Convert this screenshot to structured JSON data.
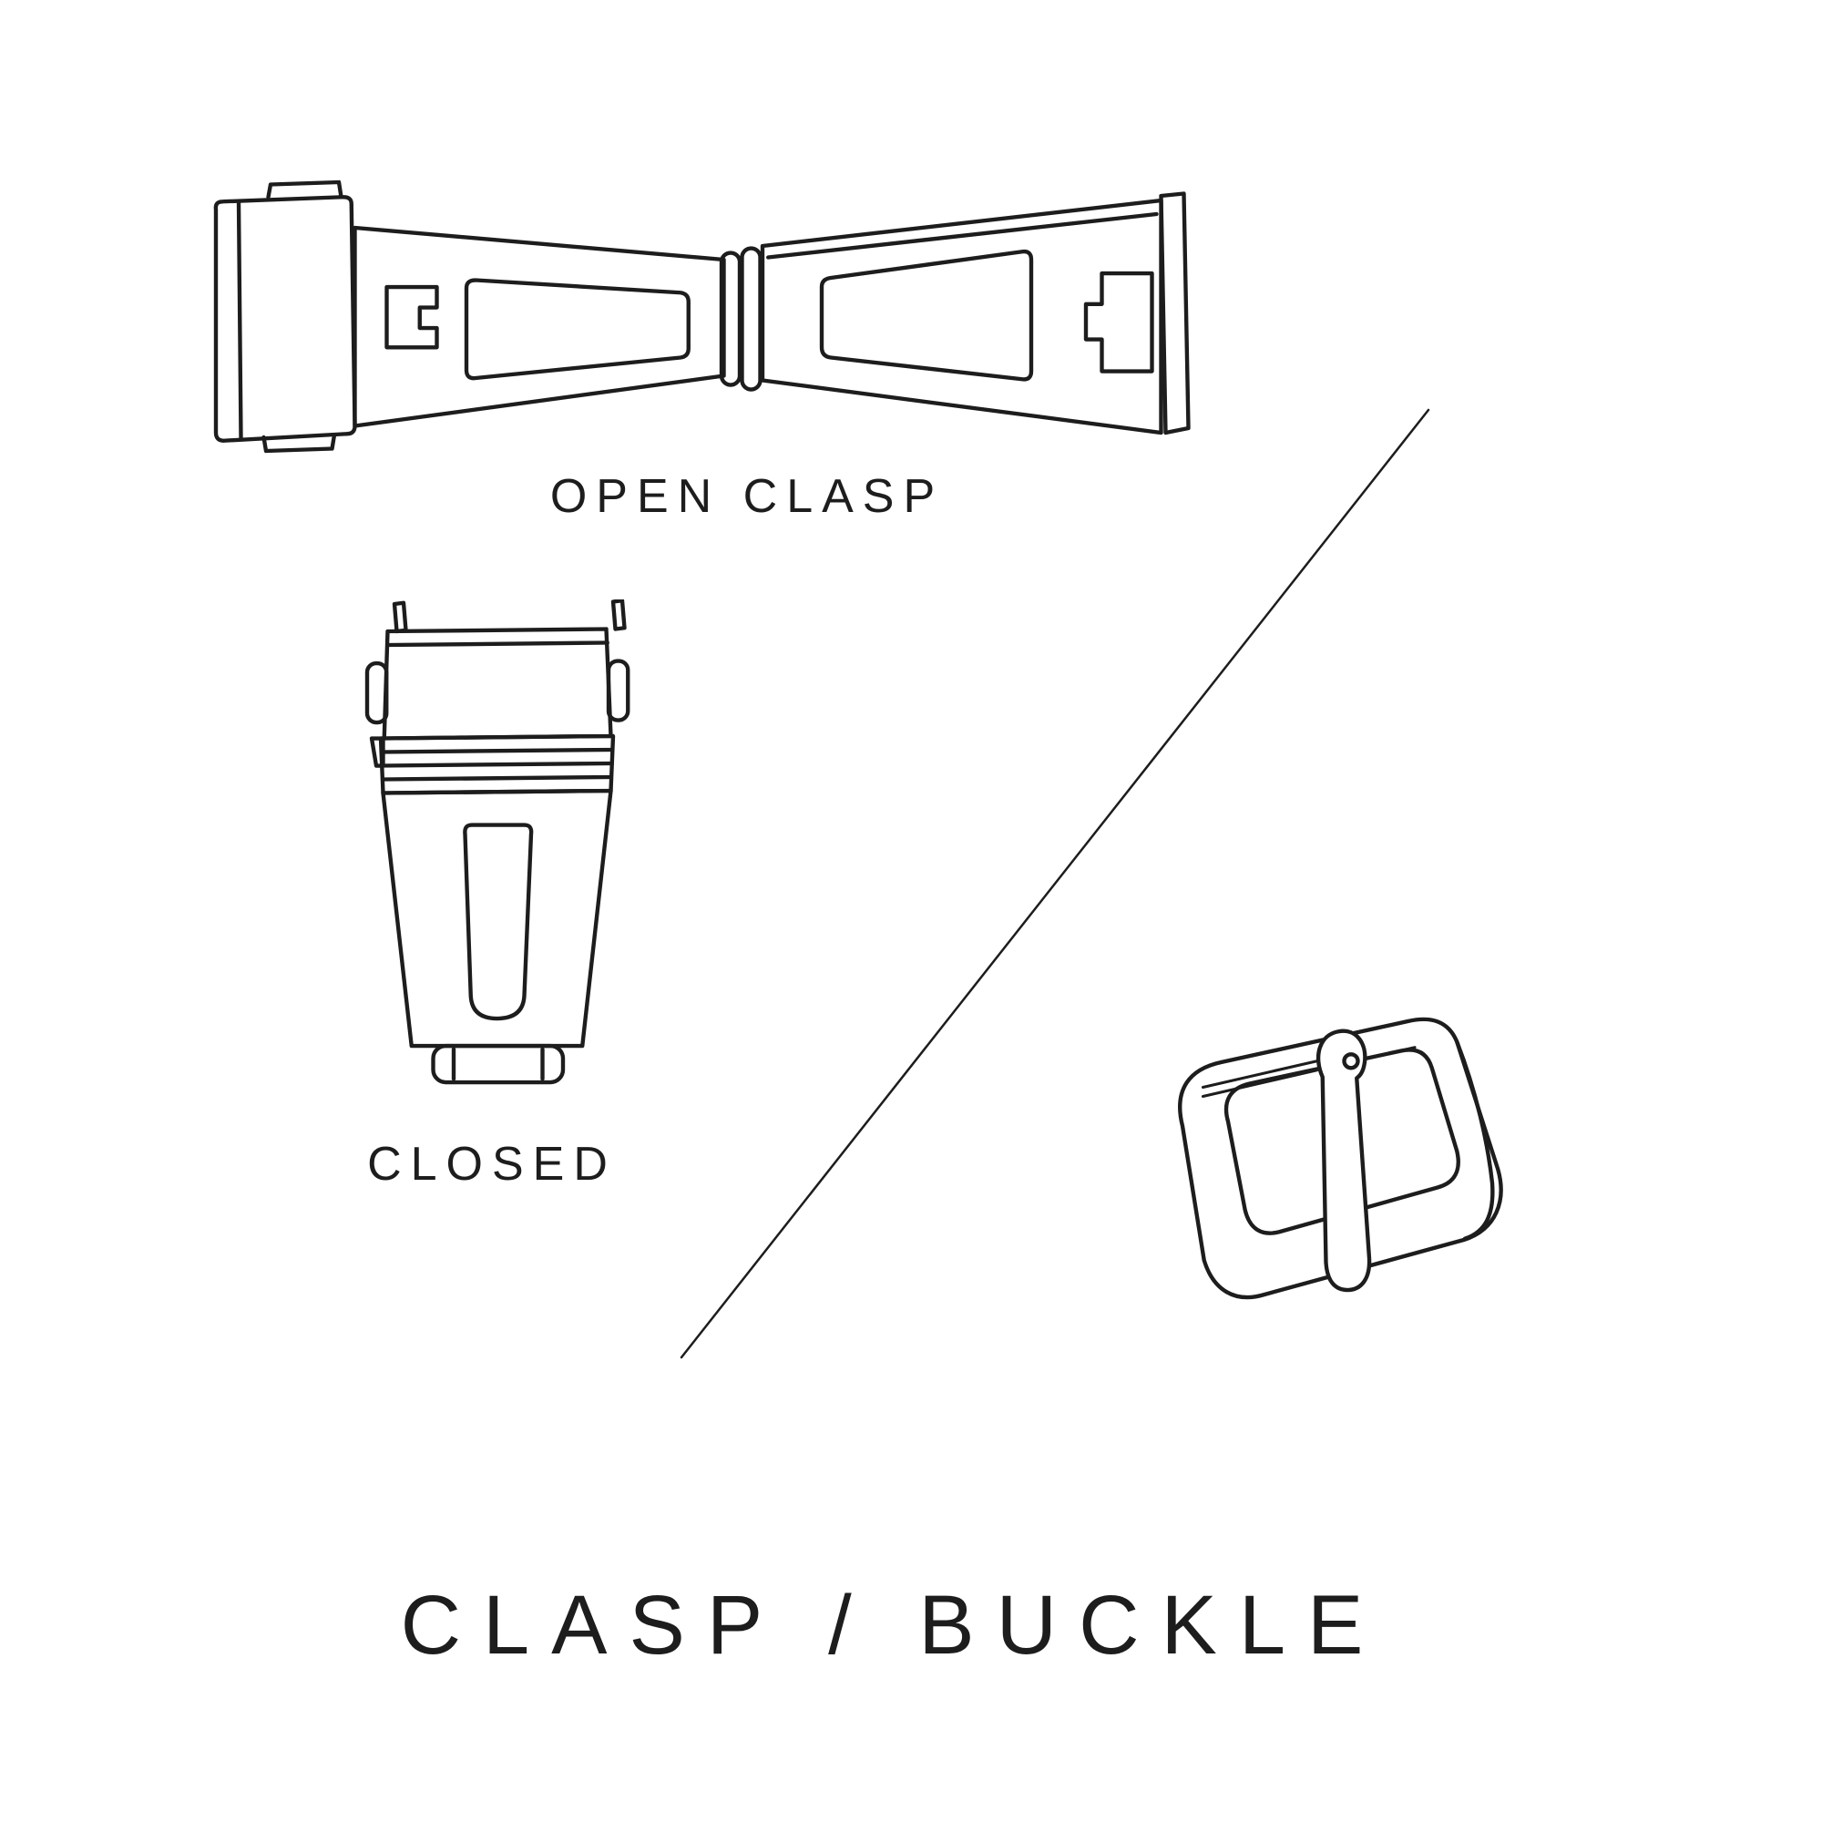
{
  "page": {
    "background_color": "#ffffff",
    "ink_color": "#1d1d1d"
  },
  "diagram": {
    "open_clasp_label": "OPEN CLASP",
    "closed_label": "CLOSED",
    "title": "CLASP / BUCKLE",
    "illustrations": {
      "open_clasp": "open-clasp-drawing",
      "closed_clasp": "closed-clasp-drawing",
      "tang_buckle": "tang-buckle-drawing",
      "divider": "diagonal-divider-line"
    }
  }
}
